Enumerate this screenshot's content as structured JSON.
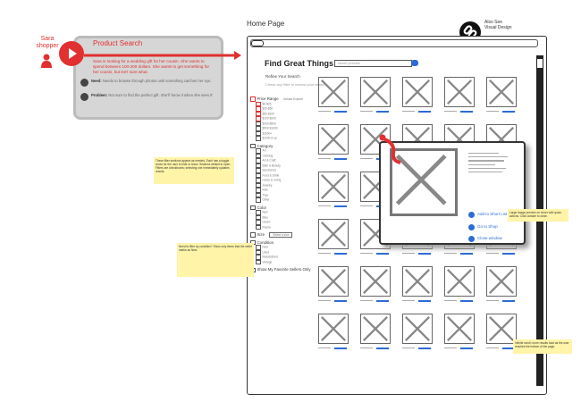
{
  "persona": {
    "name": "Sara\nshopper",
    "card_title": "Product Search",
    "description": "Sara is looking for a wedding gift for her cousin. She wants to spend between 100-200 dollars. She wants to get something for her cousin, but isn't sure what.",
    "need_label": "Need:",
    "need_text": "Needs to browse through photos until something catches her eye.",
    "problem_label": "Problem:",
    "problem_text": "Not sure to find the perfect gift. She'll 'know it when she sees it'"
  },
  "page": {
    "title": "Home Page",
    "also_see": "Also See\nVisual Design"
  },
  "browser": {
    "content_title": "Find Great Things",
    "search_placeholder": "search products",
    "refine_title": "Refine Your Search",
    "refine_subtitle": "Check any filter to narrow your search"
  },
  "facets": [
    {
      "title": "Price Range",
      "extra": "Include Expired",
      "items": [
        "$0-$25",
        "$25-$50",
        "$50-$100",
        "$100-$200",
        "$200-$500",
        "$500-$1000",
        "$1000+",
        "$1000 & up"
      ]
    },
    {
      "title": "Category",
      "items": [
        "Art",
        "Clothing",
        "Art & Craft",
        "Bath & Beauty",
        "Electronics",
        "Food & Drink",
        "Home & Living",
        "Jewelry",
        "Kids",
        "Toys",
        "Other"
      ]
    },
    {
      "title": "Color",
      "items": [
        "Red",
        "Blue",
        "Green",
        "Purple"
      ]
    },
    {
      "title": "Size",
      "extra": "Select a size"
    },
    {
      "title": "Condition",
      "items": [
        "New",
        "Used",
        "Refurbished",
        "Vintage"
      ]
    },
    {
      "title": "Show My Favorite Sellers Only"
    }
  ],
  "popup": {
    "add_label": "Add to Short List",
    "shop_label": "Go to Shop",
    "close_label": "Close window"
  },
  "notes": [
    "These filter sections appear as needed. Each has a toggle arrow for the user to hide or show. Sections default to open. Filters are checkboxes; selecting one immediately updates results.",
    "Need to filter by condition? Show only items that the seller marks as New.",
    "Large image preview on hover with quick actions. Click outside to close.",
    "Infinite scroll: more results load as the user reaches the bottom of the page."
  ],
  "colors": {
    "accent": "#e03030",
    "link": "#2d6bd6",
    "note": "#fff4a8"
  }
}
